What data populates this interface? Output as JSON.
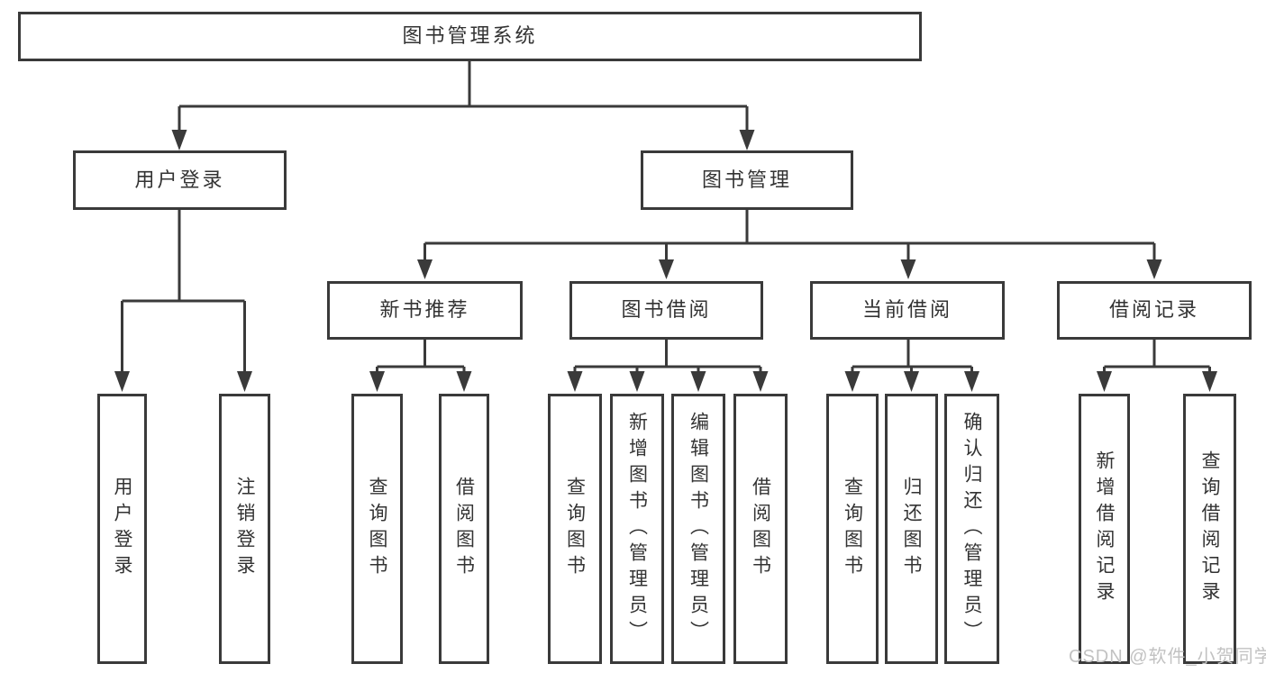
{
  "diagram": {
    "root": {
      "label": "图书管理系统"
    },
    "user_login": {
      "label": "用户登录",
      "children": [
        {
          "label": "用户登录"
        },
        {
          "label": "注销登录"
        }
      ]
    },
    "book_management": {
      "label": "图书管理",
      "children": [
        {
          "label": "新书推荐",
          "children": [
            {
              "label": "查询图书"
            },
            {
              "label": "借阅图书"
            }
          ]
        },
        {
          "label": "图书借阅",
          "children": [
            {
              "label": "查询图书"
            },
            {
              "label": "新增图书（管理员）"
            },
            {
              "label": "编辑图书（管理员）"
            },
            {
              "label": "借阅图书"
            }
          ]
        },
        {
          "label": "当前借阅",
          "children": [
            {
              "label": "查询图书"
            },
            {
              "label": "归还图书"
            },
            {
              "label": "确认归还（管理员）"
            }
          ]
        },
        {
          "label": "借阅记录",
          "children": [
            {
              "label": "新增借阅记录"
            },
            {
              "label": "查询借阅记录"
            }
          ]
        }
      ]
    }
  },
  "watermark": {
    "text": "CSDN @软件_小贺同学",
    "color": "#c2c2c2"
  },
  "colors": {
    "line": "#3a3a3a",
    "text": "#333333",
    "background": "#ffffff"
  }
}
